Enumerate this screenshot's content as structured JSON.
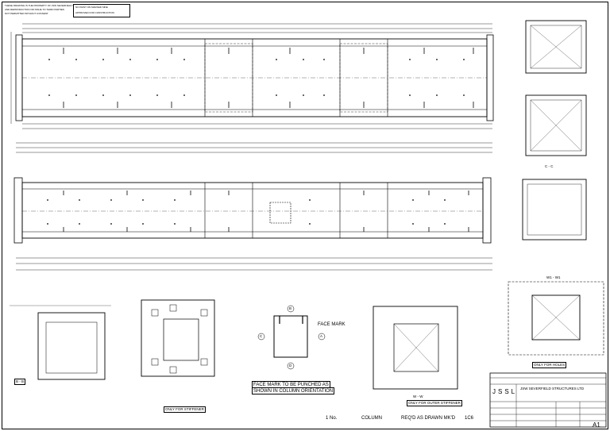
{
  "header": {
    "note_lines": [
      "THESE DRAWING IS THE PROPERTY OF JSW SEVERFIELD STRUCTURES LTD",
      "AND REPRODUCTION OR ISSUE TO THIRD PARTIES",
      "NOT PERMITTED WITHOUT CONSENT"
    ],
    "stamp_lines": [
      "NO PAINT ON MARKED SIDE",
      "APPROVED FOR CONSTRUCTION"
    ]
  },
  "labels": {
    "face_mark": "FACE MARK",
    "face_mark_letters": [
      "A",
      "B",
      "C",
      "D"
    ],
    "punch_note_line1": "FACE MARK TO BE PUNCHED AS",
    "punch_note_line2": "SHOWN IN COLUMN ORIENTATION",
    "section_labels": [
      "B - B",
      "C - C",
      "ONLY FOR HOLES",
      "ONLY FOR STIFFENER",
      "W1 - W1",
      "W - W",
      "ONLY FOR OUTER STIFFENER"
    ],
    "schedule": {
      "qty": "1 No.",
      "description": "COLUMN",
      "reqd": "REQ'D AS DRAWN MK'D",
      "mark": "1C6"
    }
  },
  "title_block": {
    "company": "JSW SEVERFIELD STRUCTURES LTD",
    "logo_letters": "JSSL",
    "revision": "A1"
  }
}
